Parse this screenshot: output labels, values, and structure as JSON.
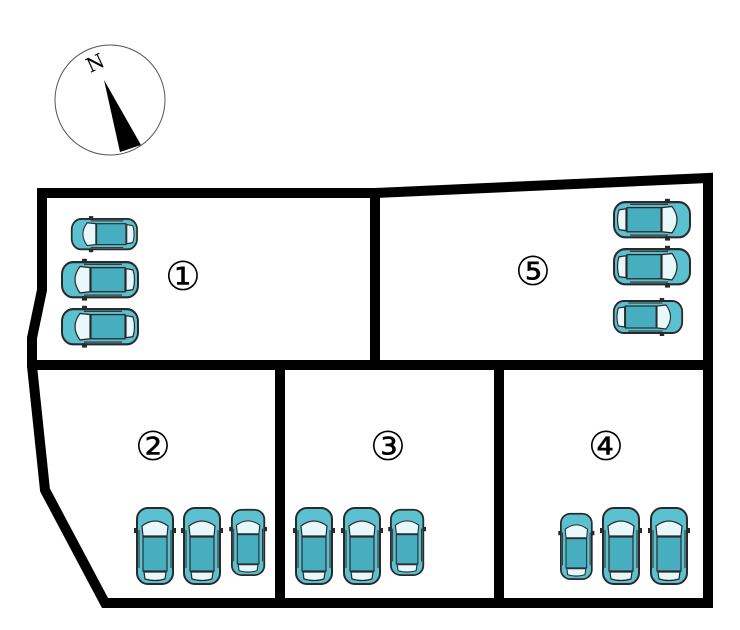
{
  "compass": {
    "letter": "N",
    "icon": "north-arrow-icon"
  },
  "lots": [
    {
      "id": "lot-1",
      "label": "①",
      "parking_spaces": 3,
      "car_orientation": "horizontal"
    },
    {
      "id": "lot-2",
      "label": "②",
      "parking_spaces": 3,
      "car_orientation": "vertical"
    },
    {
      "id": "lot-3",
      "label": "③",
      "parking_spaces": 3,
      "car_orientation": "vertical"
    },
    {
      "id": "lot-4",
      "label": "④",
      "parking_spaces": 3,
      "car_orientation": "vertical"
    },
    {
      "id": "lot-5",
      "label": "⑤",
      "parking_spaces": 3,
      "car_orientation": "horizontal"
    }
  ],
  "colors": {
    "boundary": "#000000",
    "car_body": "#5bc0cf",
    "car_outline": "#2a2a2a",
    "background": "#ffffff"
  },
  "icons": {
    "car": "car-icon"
  }
}
